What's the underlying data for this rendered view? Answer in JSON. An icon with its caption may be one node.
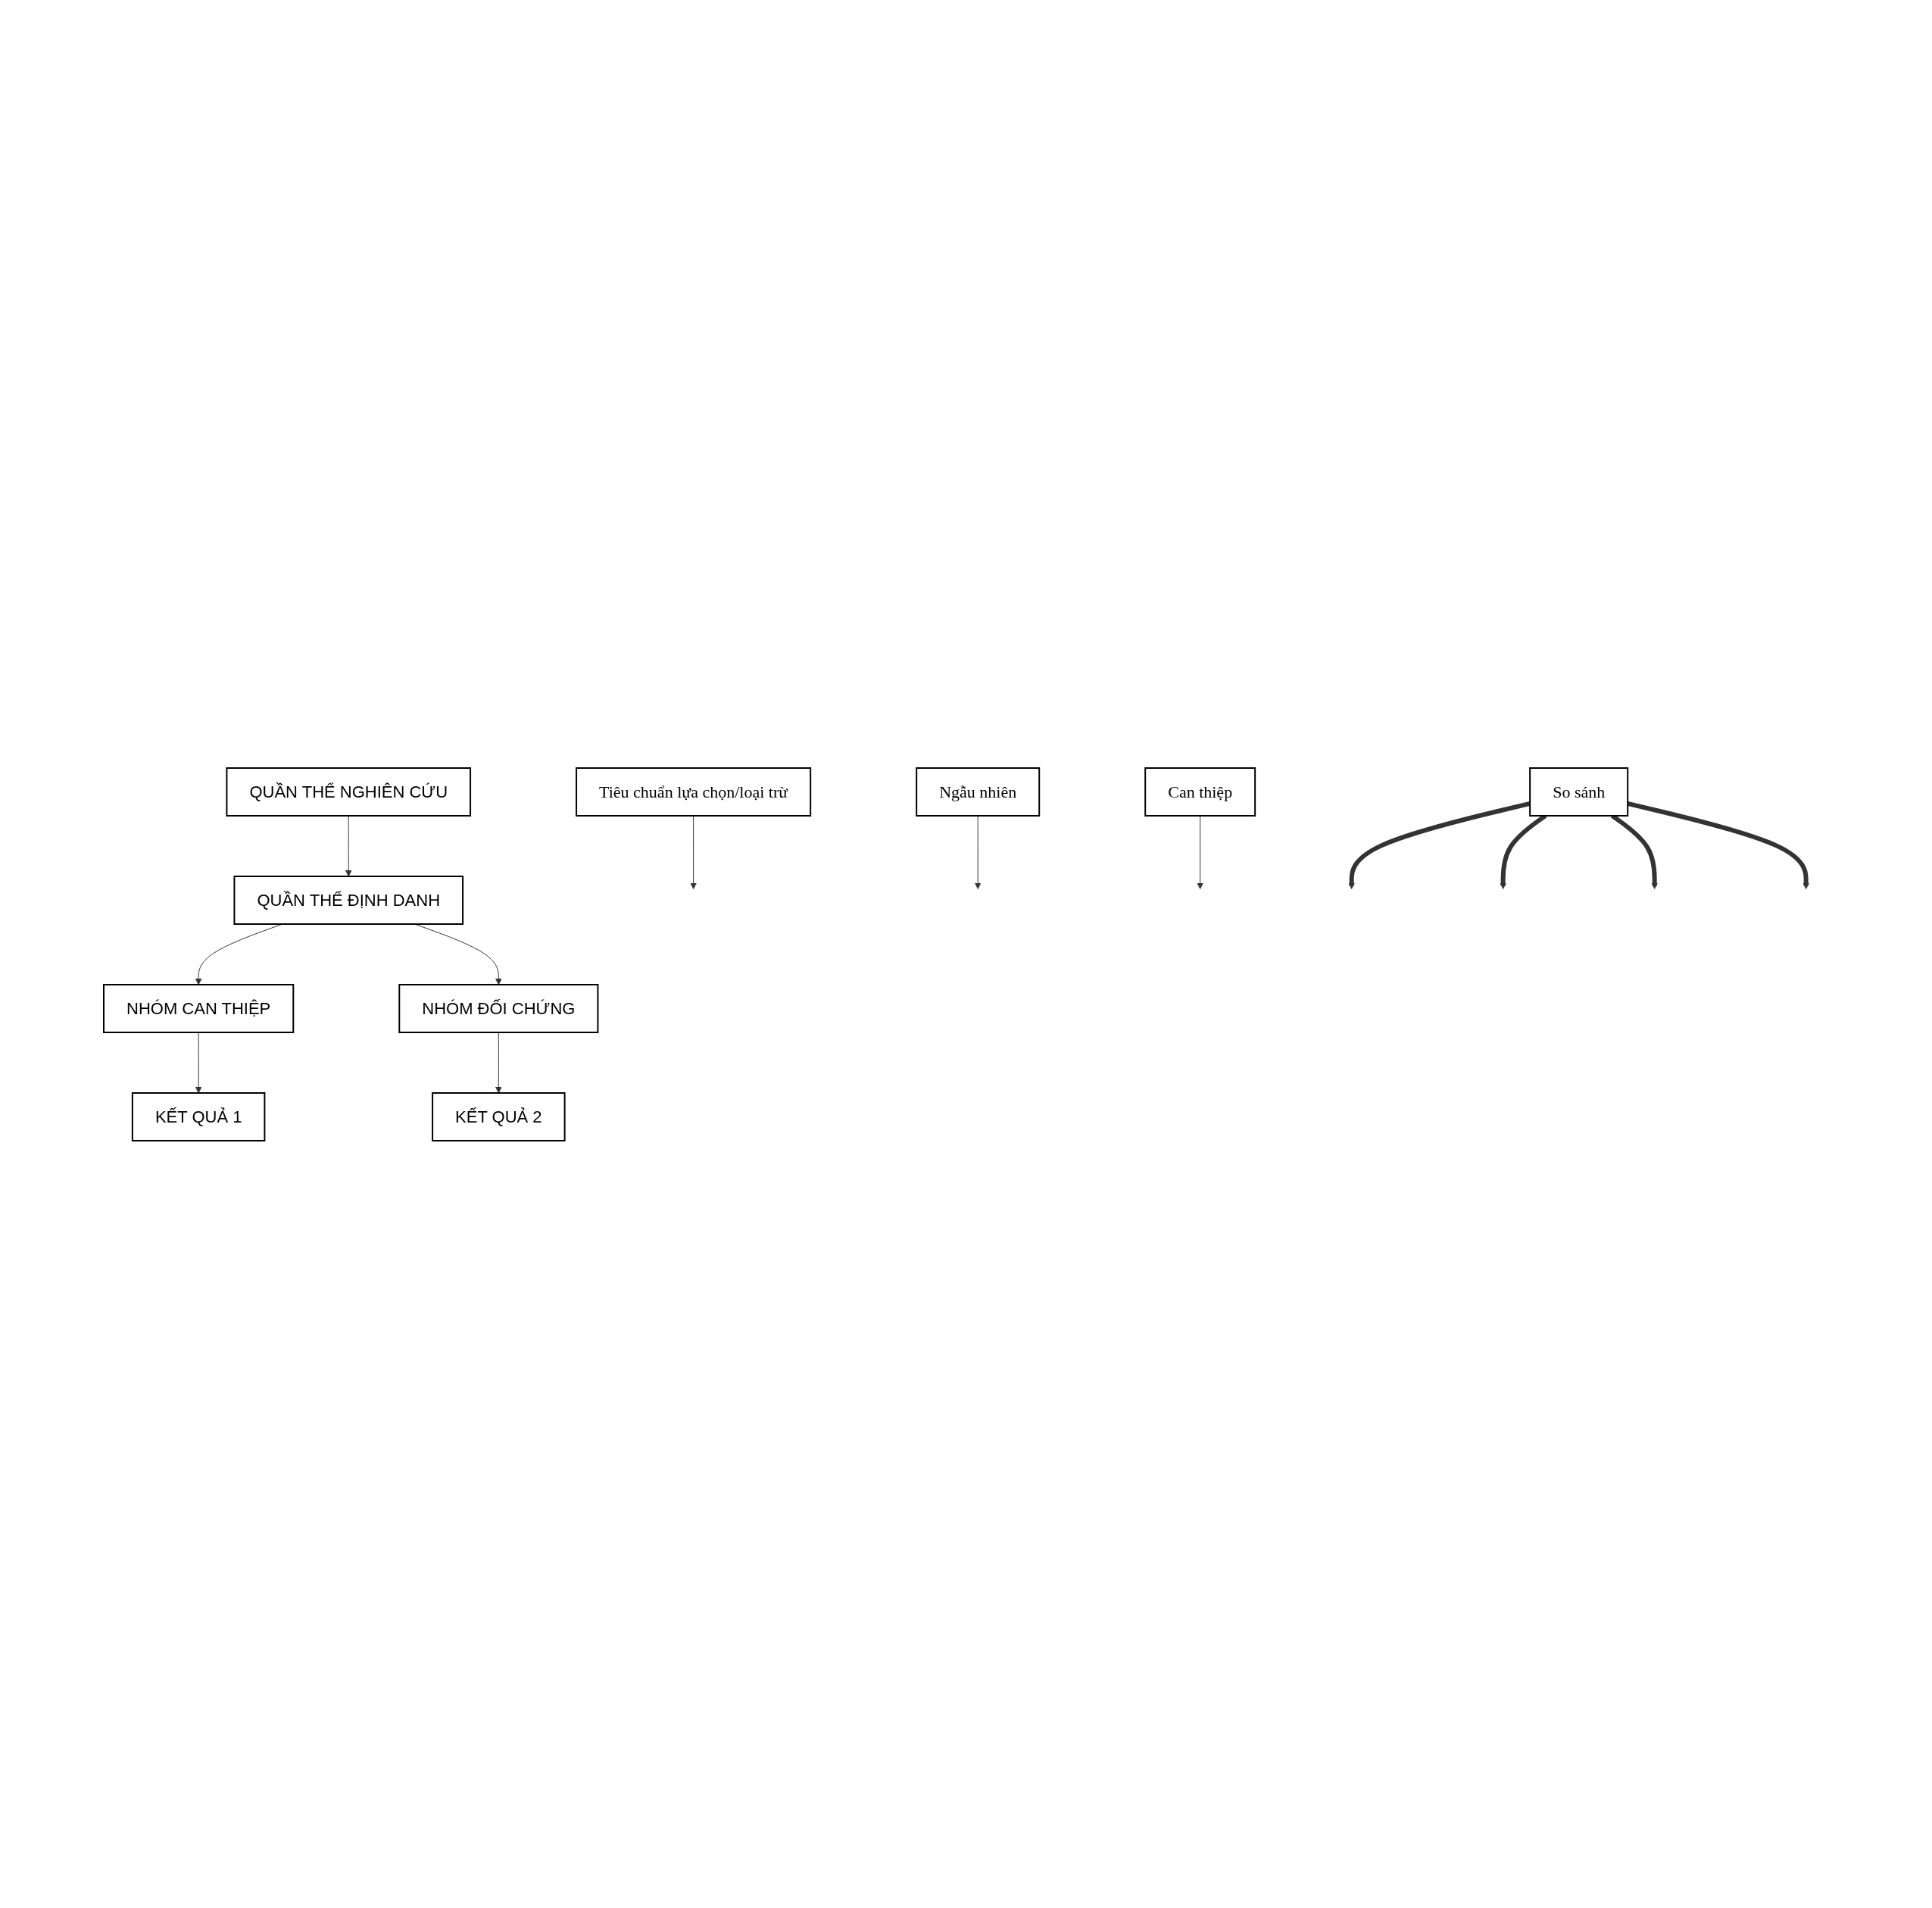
{
  "diagram": {
    "nodes": [
      {
        "text": [
          "QUẦN THỂ NGHIÊN CỨU"
        ]
      },
      {
        "text": [
          "Tiêu chuẩn lựa chọn/loại trừ"
        ]
      },
      {
        "text": [
          "QUẦN THỂ ĐỊNH DANH"
        ]
      },
      {
        "text": [
          "Ngẫu nhiên"
        ]
      },
      {
        "text": [
          "NHÓM CAN THIỆP"
        ]
      },
      {
        "text": [
          "NHÓM ĐỐI CHỨNG"
        ]
      },
      {
        "text": [
          "Can thiệp"
        ]
      },
      {
        "text": [
          "So sánh"
        ]
      },
      {
        "text": [
          "KẾT QUẢ 1"
        ]
      },
      {
        "text": [
          "KẾT QUẢ 2"
        ]
      }
    ],
    "edges": [
      {
        "from": 0,
        "to": 2,
        "arrow": "to"
      },
      {
        "from": 1,
        "to": null,
        "arrow": "to"
      },
      {
        "from": 2,
        "to": 4,
        "arrow": "to"
      },
      {
        "from": 2,
        "to": 5,
        "arrow": "to"
      },
      {
        "from": 3,
        "to": null,
        "arrow": "to"
      },
      {
        "from": 4,
        "to": 8,
        "arrow": "to"
      },
      {
        "from": 6,
        "to": null,
        "arrow": "to"
      },
      {
        "from": 5,
        "to": 9,
        "arrow": "to"
      },
      {
        "from": 7,
        "to": null,
        "arrow": "to",
        "style": "thick"
      },
      {
        "from": 7,
        "to": null,
        "arrow": "to",
        "style": "thick"
      },
      {
        "from": 7,
        "to": null,
        "arrow": "to",
        "style": "thick"
      },
      {
        "from": 7,
        "to": null,
        "arrow": "to",
        "style": "thick"
      }
    ]
  }
}
